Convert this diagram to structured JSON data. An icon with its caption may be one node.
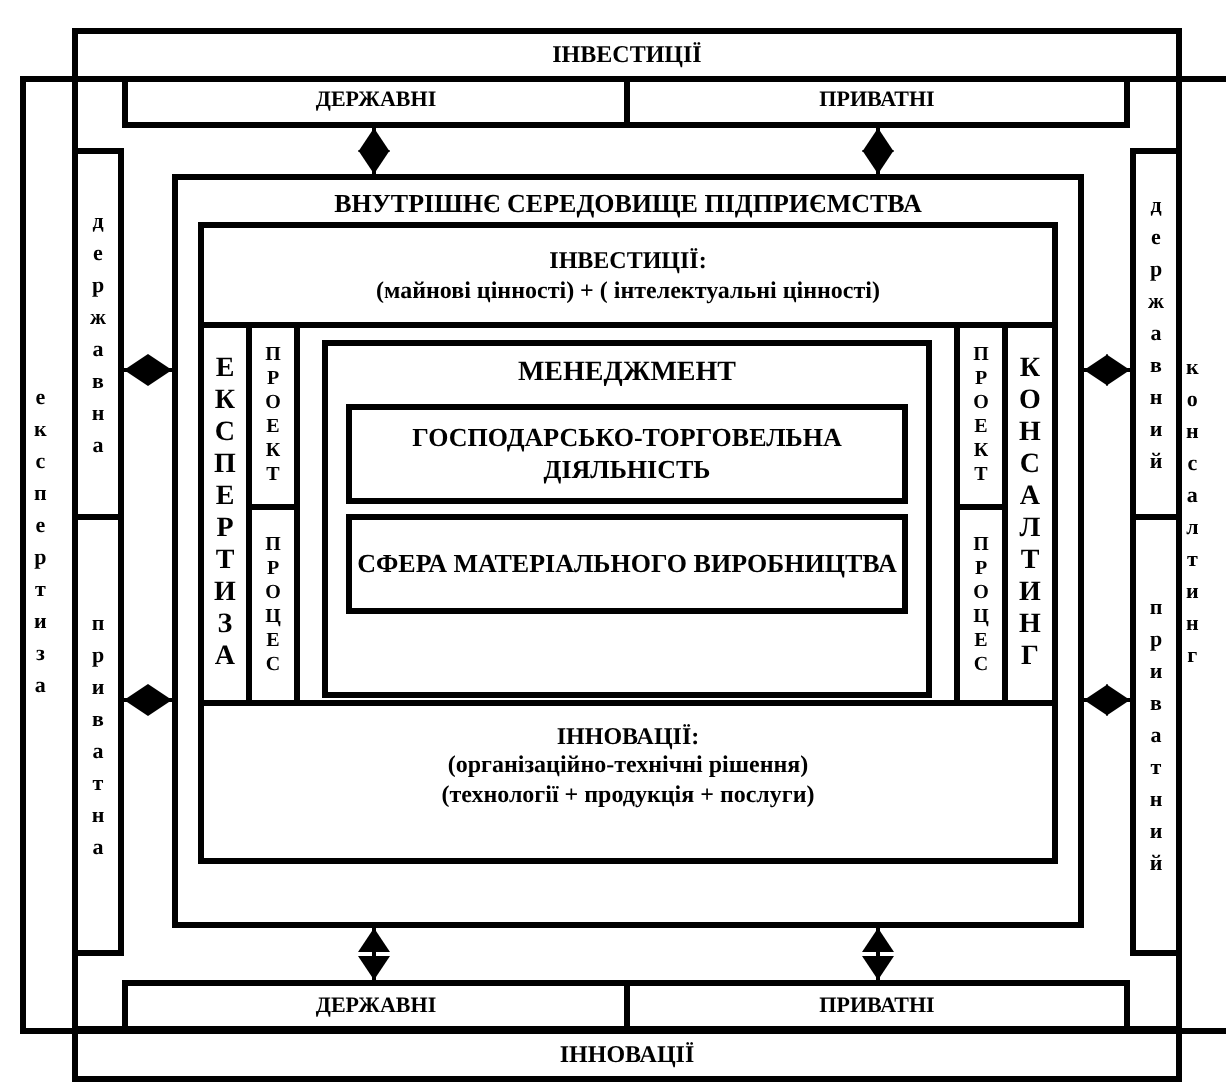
{
  "diagram": {
    "nodes": [
      {
        "text": [
          "ІНВЕСТИЦІЇ"
        ]
      },
      {
        "text": [
          "експертиза",
          "консалтинг"
        ]
      },
      {
        "text": [
          "ДЕРЖАВНІ"
        ],
        "in": 1
      },
      {
        "text": [
          "ПРИВАТНІ"
        ],
        "in": 1
      },
      {
        "text": [
          "державна"
        ],
        "in": 1
      },
      {
        "text": [
          "приватна"
        ],
        "in": 1
      },
      {
        "text": [
          "державний"
        ],
        "in": 1
      },
      {
        "text": [
          "приватний"
        ],
        "in": 1
      },
      {
        "text": [
          "ВНУТРІШНЄ СЕРЕДОВИЩЕ ПІДПРИЄМСТВА"
        ],
        "in": 1
      },
      {
        "text": [
          "ІНВЕСТИЦІЇ:",
          "(майнові цінності) + ( інтелектуальні цінності)"
        ],
        "in": 8
      },
      {
        "text": [
          "ЕКСПЕРТИЗА"
        ],
        "in": 8
      },
      {
        "text": [
          "ПРОЕКТ"
        ],
        "in": 8
      },
      {
        "text": [
          "ПРОЦЕС"
        ],
        "in": 8
      },
      {
        "text": [
          "МЕНЕДЖМЕНТ"
        ],
        "in": 8
      },
      {
        "text": [
          "ГОСПОДАРСЬКО-ТОРГОВЕЛЬНА ДІЯЛЬНІСТЬ"
        ],
        "in": 13
      },
      {
        "text": [
          "СФЕРА МАТЕРІАЛЬНОГО ВИРОБНИЦТВА"
        ],
        "in": 13
      },
      {
        "text": [
          "ПРОЕКТ"
        ],
        "in": 8
      },
      {
        "text": [
          "ПРОЦЕС"
        ],
        "in": 8
      },
      {
        "text": [
          "КОНСАЛТИНГ"
        ],
        "in": 8
      },
      {
        "text": [
          "ІННОВАЦІЇ:",
          "(організаційно-технічні рішення)",
          "(технології + продукція + послуги)"
        ],
        "in": 8
      },
      {
        "text": [
          "ДЕРЖАВНІ"
        ],
        "in": 1
      },
      {
        "text": [
          "ПРИВАТНІ"
        ],
        "in": 1
      },
      {
        "text": [
          "ІННОВАЦІЇ"
        ]
      }
    ],
    "edges": [
      {
        "from": 2,
        "to": 8,
        "arrow": "both"
      },
      {
        "from": 3,
        "to": 8,
        "arrow": "both"
      },
      {
        "from": 4,
        "to": 8,
        "arrow": "both"
      },
      {
        "from": 5,
        "to": 8,
        "arrow": "both"
      },
      {
        "from": 6,
        "to": 8,
        "arrow": "both"
      },
      {
        "from": 7,
        "to": 8,
        "arrow": "both"
      },
      {
        "from": 20,
        "to": 8,
        "arrow": "both"
      },
      {
        "from": 21,
        "to": 8,
        "arrow": "both"
      }
    ]
  }
}
